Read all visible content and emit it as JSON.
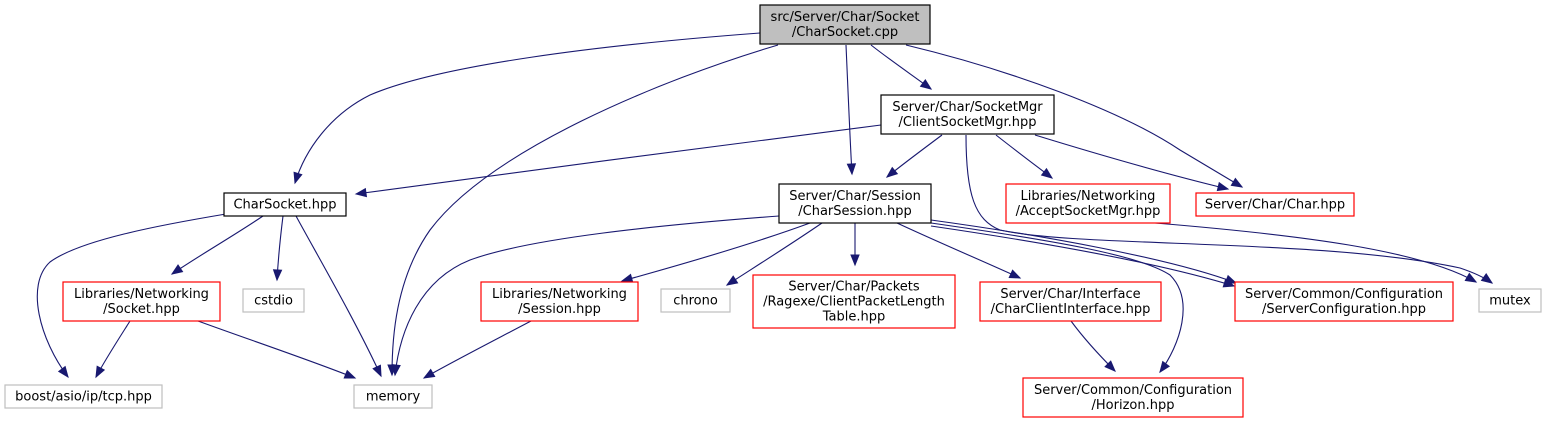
{
  "title": "",
  "colors": {
    "edge": "#191970",
    "focus_fill": "#bfbfbf",
    "border_documented": "#000000",
    "border_incomplete": "#ff0000",
    "border_external": "#bfbfbf",
    "background": "#ffffff"
  },
  "nodes": [
    {
      "id": "charsocket_cpp",
      "lines": [
        "src/Server/Char/Socket",
        "/CharSocket.cpp"
      ],
      "kind": "focus"
    },
    {
      "id": "clientsocketmgr",
      "lines": [
        "Server/Char/SocketMgr",
        "/ClientSocketMgr.hpp"
      ],
      "kind": "documented"
    },
    {
      "id": "charsocket_hpp",
      "lines": [
        "CharSocket.hpp"
      ],
      "kind": "documented"
    },
    {
      "id": "charsession",
      "lines": [
        "Server/Char/Session",
        "/CharSession.hpp"
      ],
      "kind": "documented"
    },
    {
      "id": "acceptsocketmgr",
      "lines": [
        "Libraries/Networking",
        "/AcceptSocketMgr.hpp"
      ],
      "kind": "incomplete"
    },
    {
      "id": "char_hpp",
      "lines": [
        "Server/Char/Char.hpp"
      ],
      "kind": "incomplete"
    },
    {
      "id": "socket_hpp",
      "lines": [
        "Libraries/Networking",
        "/Socket.hpp"
      ],
      "kind": "incomplete"
    },
    {
      "id": "cstdio",
      "lines": [
        "cstdio"
      ],
      "kind": "external"
    },
    {
      "id": "session_hpp",
      "lines": [
        "Libraries/Networking",
        "/Session.hpp"
      ],
      "kind": "incomplete"
    },
    {
      "id": "chrono",
      "lines": [
        "chrono"
      ],
      "kind": "external"
    },
    {
      "id": "clientpacketlength",
      "lines": [
        "Server/Char/Packets",
        "/Ragexe/ClientPacketLength",
        "Table.hpp"
      ],
      "kind": "incomplete"
    },
    {
      "id": "charclientinterface",
      "lines": [
        "Server/Char/Interface",
        "/CharClientInterface.hpp"
      ],
      "kind": "incomplete"
    },
    {
      "id": "serverconfiguration",
      "lines": [
        "Server/Common/Configuration",
        "/ServerConfiguration.hpp"
      ],
      "kind": "incomplete"
    },
    {
      "id": "mutex",
      "lines": [
        "mutex"
      ],
      "kind": "external"
    },
    {
      "id": "tcp_hpp",
      "lines": [
        "boost/asio/ip/tcp.hpp"
      ],
      "kind": "external"
    },
    {
      "id": "memory",
      "lines": [
        "memory"
      ],
      "kind": "external"
    },
    {
      "id": "horizon_hpp",
      "lines": [
        "Server/Common/Configuration",
        "/Horizon.hpp"
      ],
      "kind": "incomplete"
    }
  ],
  "edges": [
    {
      "from": "charsocket_cpp",
      "to": "charsocket_hpp"
    },
    {
      "from": "charsocket_cpp",
      "to": "memory"
    },
    {
      "from": "charsocket_cpp",
      "to": "charsession"
    },
    {
      "from": "charsocket_cpp",
      "to": "clientsocketmgr"
    },
    {
      "from": "charsocket_cpp",
      "to": "char_hpp"
    },
    {
      "from": "clientsocketmgr",
      "to": "charsocket_hpp"
    },
    {
      "from": "clientsocketmgr",
      "to": "charsession"
    },
    {
      "from": "clientsocketmgr",
      "to": "acceptsocketmgr"
    },
    {
      "from": "clientsocketmgr",
      "to": "char_hpp"
    },
    {
      "from": "clientsocketmgr",
      "to": "mutex"
    },
    {
      "from": "charsocket_hpp",
      "to": "socket_hpp"
    },
    {
      "from": "charsocket_hpp",
      "to": "cstdio"
    },
    {
      "from": "charsocket_hpp",
      "to": "tcp_hpp"
    },
    {
      "from": "charsocket_hpp",
      "to": "memory"
    },
    {
      "from": "charsession",
      "to": "memory"
    },
    {
      "from": "charsession",
      "to": "session_hpp"
    },
    {
      "from": "charsession",
      "to": "chrono"
    },
    {
      "from": "charsession",
      "to": "clientpacketlength"
    },
    {
      "from": "charsession",
      "to": "charclientinterface"
    },
    {
      "from": "charsession",
      "to": "serverconfiguration"
    },
    {
      "from": "charsession",
      "to": "horizon_hpp"
    },
    {
      "from": "acceptsocketmgr",
      "to": "mutex"
    },
    {
      "from": "socket_hpp",
      "to": "tcp_hpp"
    },
    {
      "from": "socket_hpp",
      "to": "memory"
    },
    {
      "from": "session_hpp",
      "to": "memory"
    },
    {
      "from": "charclientinterface",
      "to": "horizon_hpp"
    }
  ]
}
